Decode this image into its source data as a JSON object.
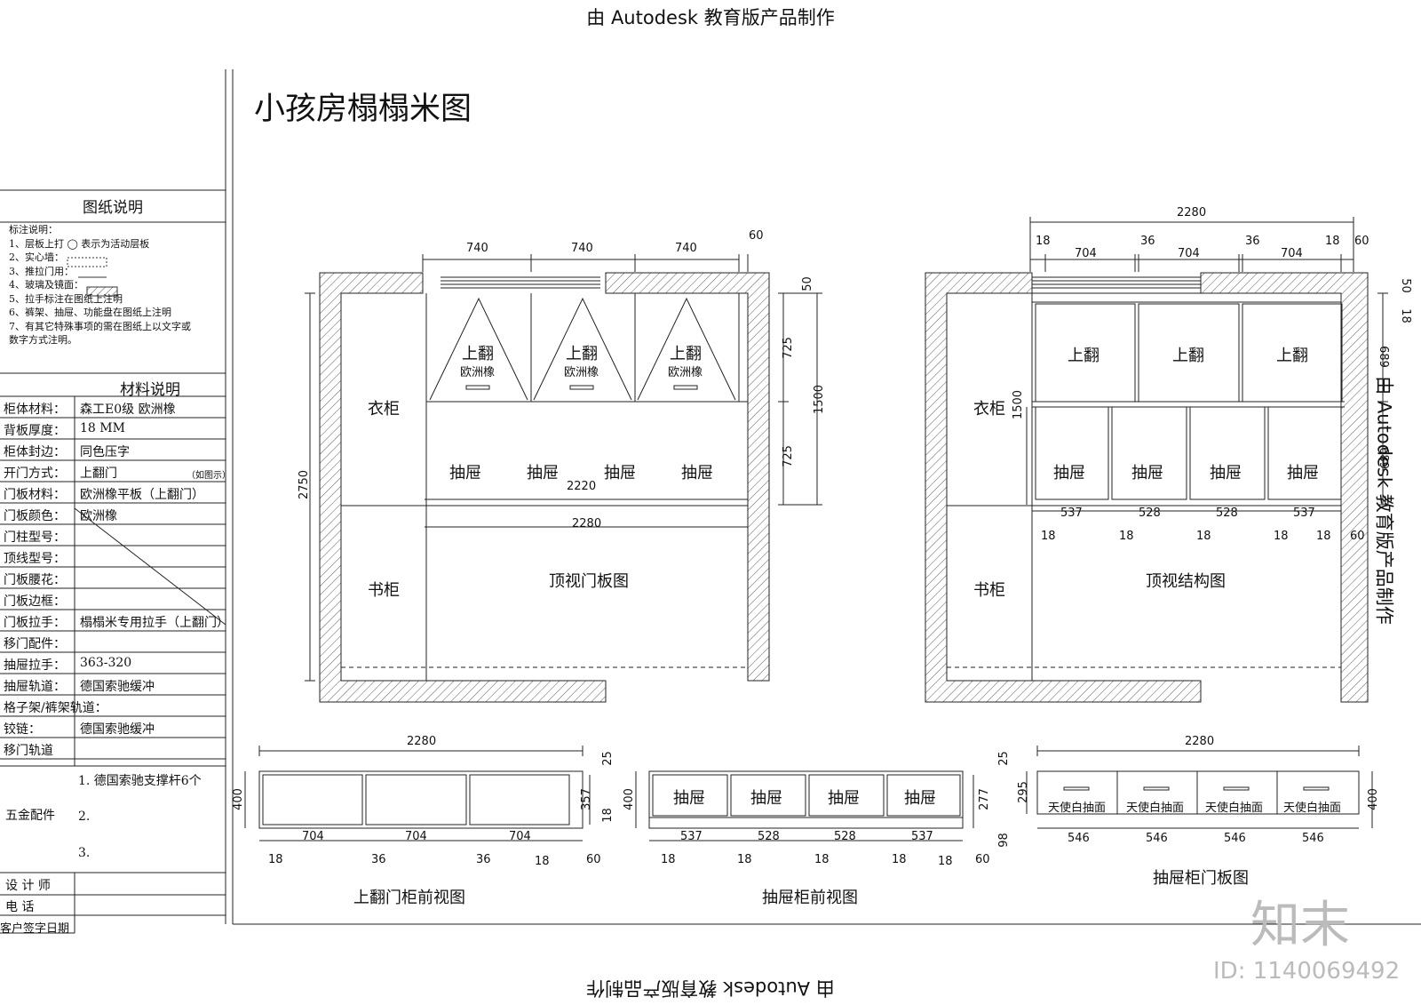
{
  "watermark_top": "由 Autodesk 教育版产品制作",
  "watermark_bottom": "由 Autodesk 教育版产品制作",
  "watermark_side": "由 Autodesk 教育版产品制作",
  "title": "小孩房榻榻米图",
  "notes_header": "图纸说明",
  "notes": [
    "标注说明：",
    "1、层板上打 ◯ 表示为活动层板",
    "2、实心墙：",
    "3、推拉门用：",
    "4、玻璃及镜面：",
    "5、拉手标注在图纸上注明",
    "6、裤架、抽屉、功能盘在图纸上注明",
    "7、有其它特殊事项的需在图纸上以文字或",
    "数字方式注明。"
  ],
  "materials_header": "材料说明",
  "materials": [
    {
      "k": "柜体材料：",
      "v": "森工E0级  欧洲橡"
    },
    {
      "k": "背板厚度：",
      "v": "18  MM"
    },
    {
      "k": "柜体封边：",
      "v": "同色压字"
    },
    {
      "k": "开门方式：",
      "v": "上翻门",
      "note": "（如图示）"
    },
    {
      "k": "门板材料：",
      "v": "欧洲橡平板（上翻门）"
    },
    {
      "k": "门板颜色：",
      "v": "欧洲橡"
    },
    {
      "k": "门柱型号：",
      "v": ""
    },
    {
      "k": "顶线型号：",
      "v": ""
    },
    {
      "k": "门板腰花：",
      "v": ""
    },
    {
      "k": "门板边框：",
      "v": ""
    },
    {
      "k": "门板拉手：",
      "v": "榻榻米专用拉手（上翻门）"
    },
    {
      "k": "移门配件：",
      "v": ""
    },
    {
      "k": "抽屉拉手：",
      "v": "363-320"
    },
    {
      "k": "抽屉轨道：",
      "v": "德国索驰缓冲"
    },
    {
      "k": "格子架/裤架轨道：",
      "v": ""
    },
    {
      "k": "铰链：",
      "v": "德国索驰缓冲"
    },
    {
      "k": "移门轨道",
      "v": ""
    }
  ],
  "hardware_label": "五金配件",
  "hardware_items": [
    "1. 德国索驰支撑杆6个",
    "2.",
    "3."
  ],
  "footer_rows": [
    "设 计 师",
    "电    话",
    "客户签字日期"
  ],
  "plan1": {
    "caption": "顶视门板图",
    "wardrobe": "衣柜",
    "desk": "书柜",
    "flip": "上翻",
    "flip_sub": "欧洲橡",
    "drawer": "抽屉",
    "dims": {
      "w740": "740",
      "d60": "60",
      "d50": "50",
      "d725": "725",
      "d1500": "1500",
      "d2750": "2750",
      "d2220": "2220",
      "d2280": "2280"
    }
  },
  "plan2": {
    "caption": "顶视结构图",
    "wardrobe": "衣柜",
    "desk": "书柜",
    "flip": "上翻",
    "drawer": "抽屉",
    "dims": {
      "d2280": "2280",
      "d18": "18",
      "d704": "704",
      "d36": "36",
      "d60": "60",
      "d50": "50",
      "d689": "689",
      "d1500": "1500",
      "d537": "537",
      "d528": "528"
    }
  },
  "front1": {
    "caption": "上翻门柜前视图",
    "dims": {
      "d2280": "2280",
      "d25": "25",
      "d400": "400",
      "d357": "357",
      "d18": "18",
      "d704": "704",
      "d36": "36",
      "d60": "60"
    }
  },
  "front2": {
    "caption": "抽屉柜前视图",
    "drawer": "抽屉",
    "dims": {
      "d25": "25",
      "d400": "400",
      "d277": "277",
      "d98": "98",
      "d537": "537",
      "d528": "528",
      "d18": "18",
      "d60": "60"
    }
  },
  "front3": {
    "caption": "抽屉柜门板图",
    "panel": "天使白抽面",
    "dims": {
      "d2280": "2280",
      "d295": "295",
      "d400": "400",
      "d546": "546"
    }
  },
  "zhimo_logo": "知末",
  "zhimo_id": "ID: 1140069492"
}
